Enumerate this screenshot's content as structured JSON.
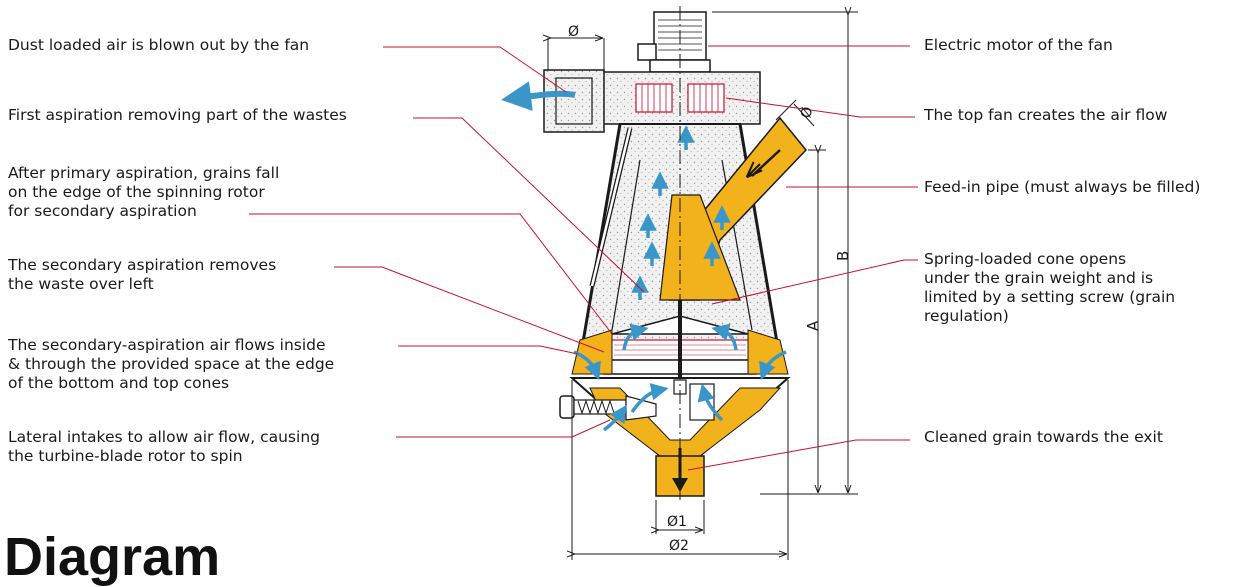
{
  "labels": {
    "left": [
      {
        "lines": [
          "Dust loaded air is blown out by the fan"
        ]
      },
      {
        "lines": [
          "First aspiration removing part of the wastes"
        ]
      },
      {
        "lines": [
          "After primary aspiration, grains fall",
          "on the edge of the spinning rotor",
          "for secondary aspiration"
        ]
      },
      {
        "lines": [
          "The secondary aspiration removes",
          "the waste over left"
        ]
      },
      {
        "lines": [
          "The secondary-aspiration air flows inside",
          "& through the provided space at the edge",
          "of the bottom and top cones"
        ]
      },
      {
        "lines": [
          "Lateral intakes to allow air flow, causing",
          "the turbine-blade rotor to spin"
        ]
      }
    ],
    "right": [
      {
        "lines": [
          "Electric motor of the fan"
        ]
      },
      {
        "lines": [
          "The top fan creates the air flow"
        ]
      },
      {
        "lines": [
          "Feed-in pipe (must always be filled)"
        ]
      },
      {
        "lines": [
          "Spring-loaded cone opens",
          "under the grain weight and is",
          "limited by a setting screw (grain",
          "regulation)"
        ]
      },
      {
        "lines": [
          "Cleaned grain towards the exit"
        ]
      }
    ]
  },
  "dimensions": {
    "a": "A",
    "b": "B",
    "phi": "Ø",
    "phi_top": "Ø",
    "d1": "Ø1",
    "d2": "Ø2"
  },
  "bottom_title": "Diagram",
  "colors": {
    "leader": "#c8102e",
    "grain": "#f2b21b",
    "air_arrow": "#3a95c9",
    "dust": "#d9d9d9",
    "outline": "#1a1a1a"
  }
}
